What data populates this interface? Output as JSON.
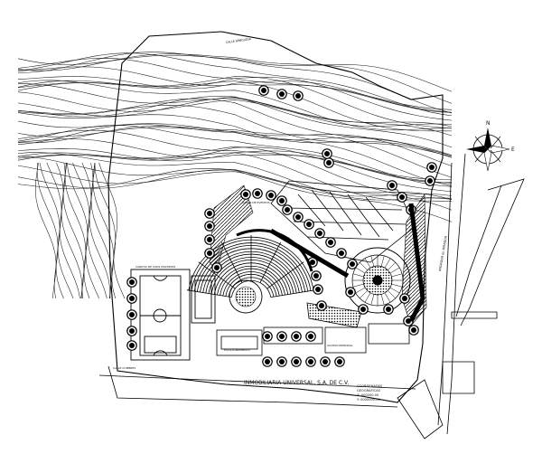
{
  "drawing": {
    "owner_label": "INMOBILIARIA UNIVERSAL, S.A. DE C.V.",
    "stamp": [
      "COORDENADAS",
      "GEOGRAFICAS",
      "X: 000000.00",
      "Y: 0000000.00"
    ],
    "compass": {
      "north": "N",
      "east": "E"
    },
    "labels": {
      "road_top": "CALLE ARBOLEDA",
      "road_right": "ANDADOR EL MIRADOR",
      "street_bottom": "CALLE CUMBRES",
      "zone_plaza": "JARDIN DE EVENTOS",
      "zone_court": "CANCHA DE USOS MULTIPLES",
      "zone_parking": "ESTACIONAMIENTO",
      "zone_access": "ACCESO PRINCIPAL"
    }
  }
}
